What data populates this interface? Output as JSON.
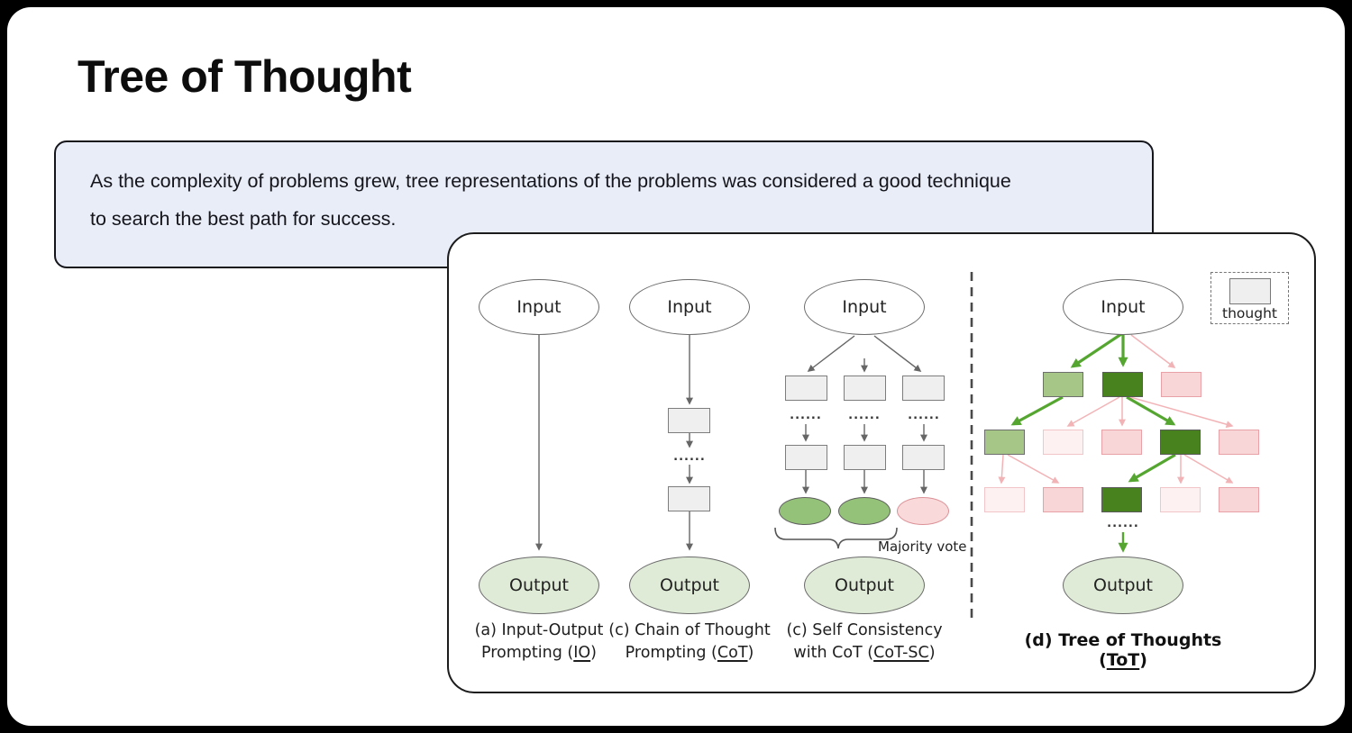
{
  "slide": {
    "title": "Tree of Thought",
    "callout": {
      "line1": "As the complexity of problems grew, tree representations of the problems was considered a good technique",
      "line2": "to search the best path for success."
    }
  },
  "figure": {
    "labels": {
      "input": "Input",
      "output": "Output",
      "thought": "thought",
      "majority_vote": "Majority vote",
      "dots": "......"
    },
    "captions": {
      "a": {
        "line1": "(a) Input-Output",
        "line2_pre": "Prompting (",
        "abbr": "IO",
        "line2_post": ")"
      },
      "b": {
        "line1": "(c) Chain of Thought",
        "line2_pre": "Prompting (",
        "abbr": "CoT",
        "line2_post": ")"
      },
      "c": {
        "line1": "(c) Self Consistency",
        "line2_pre": "with CoT (",
        "abbr": "CoT-SC",
        "line2_post": ")"
      },
      "d": {
        "pre": "(d) Tree of Thoughts (",
        "abbr": "ToT",
        "post": ")"
      }
    },
    "colors": {
      "green_dark": "#47821F",
      "green_light": "#A5C687",
      "green_arrow": "#55A630",
      "pink": "#F8D5D7",
      "pink_faint": "#FDF1F2",
      "pink_border": "#E8A1A6",
      "pink_arrow": "#F2B3B6",
      "gray_fill": "#EFEFEF",
      "output_fill": "#DFEBD7",
      "vote_green": "#94C278",
      "vote_pink": "#F9D9DA"
    },
    "self_consistency": {
      "votes": [
        "green",
        "green",
        "pink"
      ]
    },
    "tot_tree": {
      "rows": [
        [
          "green_light",
          "green_dark",
          "pink"
        ],
        [
          "green_light",
          "pink_faint",
          "pink",
          "green_dark",
          "pink"
        ],
        [
          "pink_faint",
          "pink",
          "green_dark",
          "pink_faint",
          "pink"
        ]
      ]
    }
  }
}
